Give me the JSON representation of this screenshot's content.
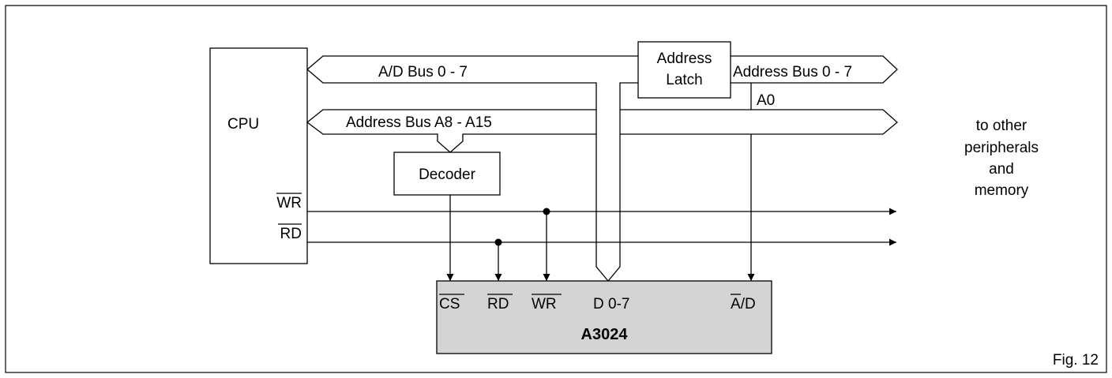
{
  "blocks": {
    "cpu": "CPU",
    "address_latch": [
      "Address",
      "Latch"
    ],
    "decoder": "Decoder",
    "chip": "A3024"
  },
  "buses": {
    "ad_bus": "A/D Bus 0 - 7",
    "address_bus_high": "Address Bus A8 - A15",
    "address_bus_low": "Address Bus 0 - 7"
  },
  "signals": {
    "a0": "A0",
    "cpu_wr": "WR",
    "cpu_rd": "RD"
  },
  "chip_pins": {
    "cs": "CS",
    "rd": "RD",
    "wr": "WR",
    "d": "D 0-7",
    "a": "A",
    "ad_suffix": "/D"
  },
  "note": [
    "to other",
    "peripherals",
    "and",
    "memory"
  ],
  "figure_label": "Fig. 12"
}
